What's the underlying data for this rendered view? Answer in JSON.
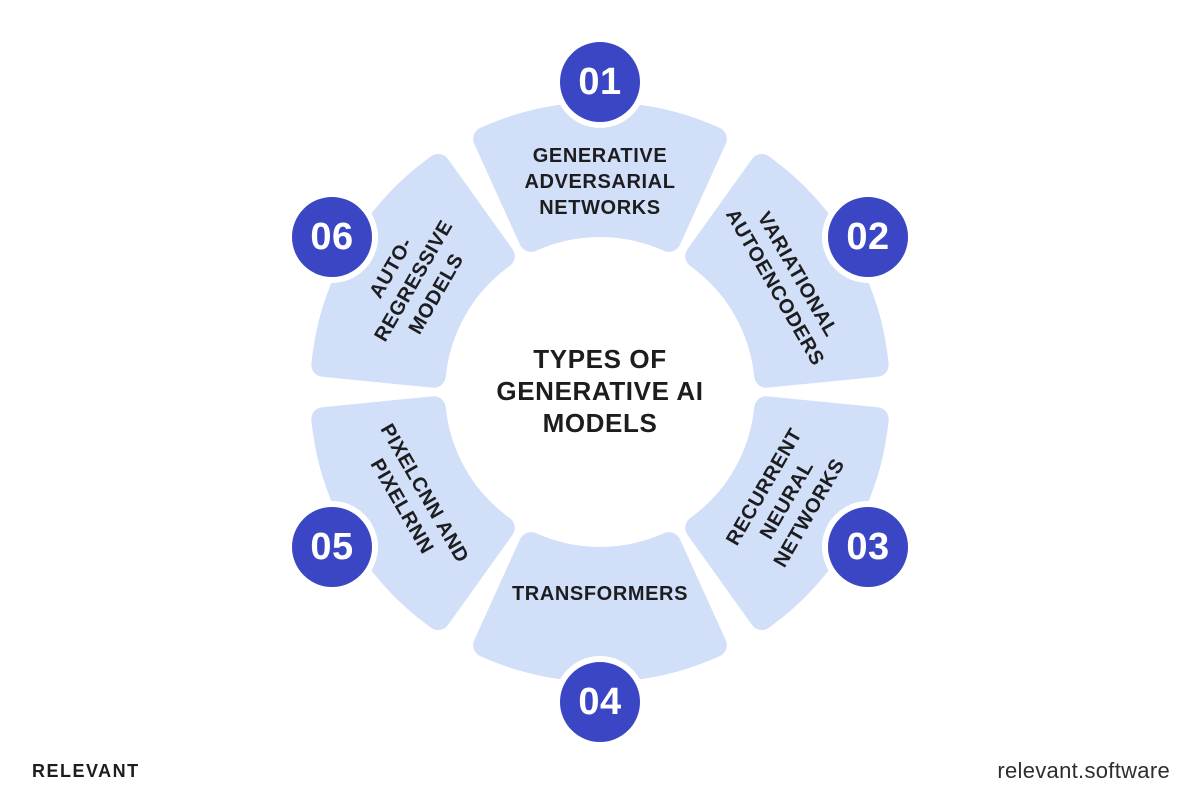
{
  "title": "TYPES OF\nGENERATIVE AI\nMODELS",
  "segments": [
    {
      "number": "01",
      "label": "GENERATIVE\nADVERSARIAL\nNETWORKS"
    },
    {
      "number": "02",
      "label": "VARIATIONAL\nAUTOENCODERS"
    },
    {
      "number": "03",
      "label": "RECURRENT\nNEURAL\nNETWORKS"
    },
    {
      "number": "04",
      "label": "TRANSFORMERS"
    },
    {
      "number": "05",
      "label": "PIXELCNN AND\nPIXELRNN"
    },
    {
      "number": "06",
      "label": "AUTO-\nREGRESSIVE\nMODELS"
    }
  ],
  "footer": {
    "brand": "RELEVANT",
    "website": "relevant.software"
  },
  "colors": {
    "segment": "#D1DFF8",
    "badge": "#3A46C3",
    "badge_text": "#FFFFFF",
    "text": "#1D1D1F",
    "footer_site": "#2E2E2E",
    "background": "#FFFFFF"
  }
}
